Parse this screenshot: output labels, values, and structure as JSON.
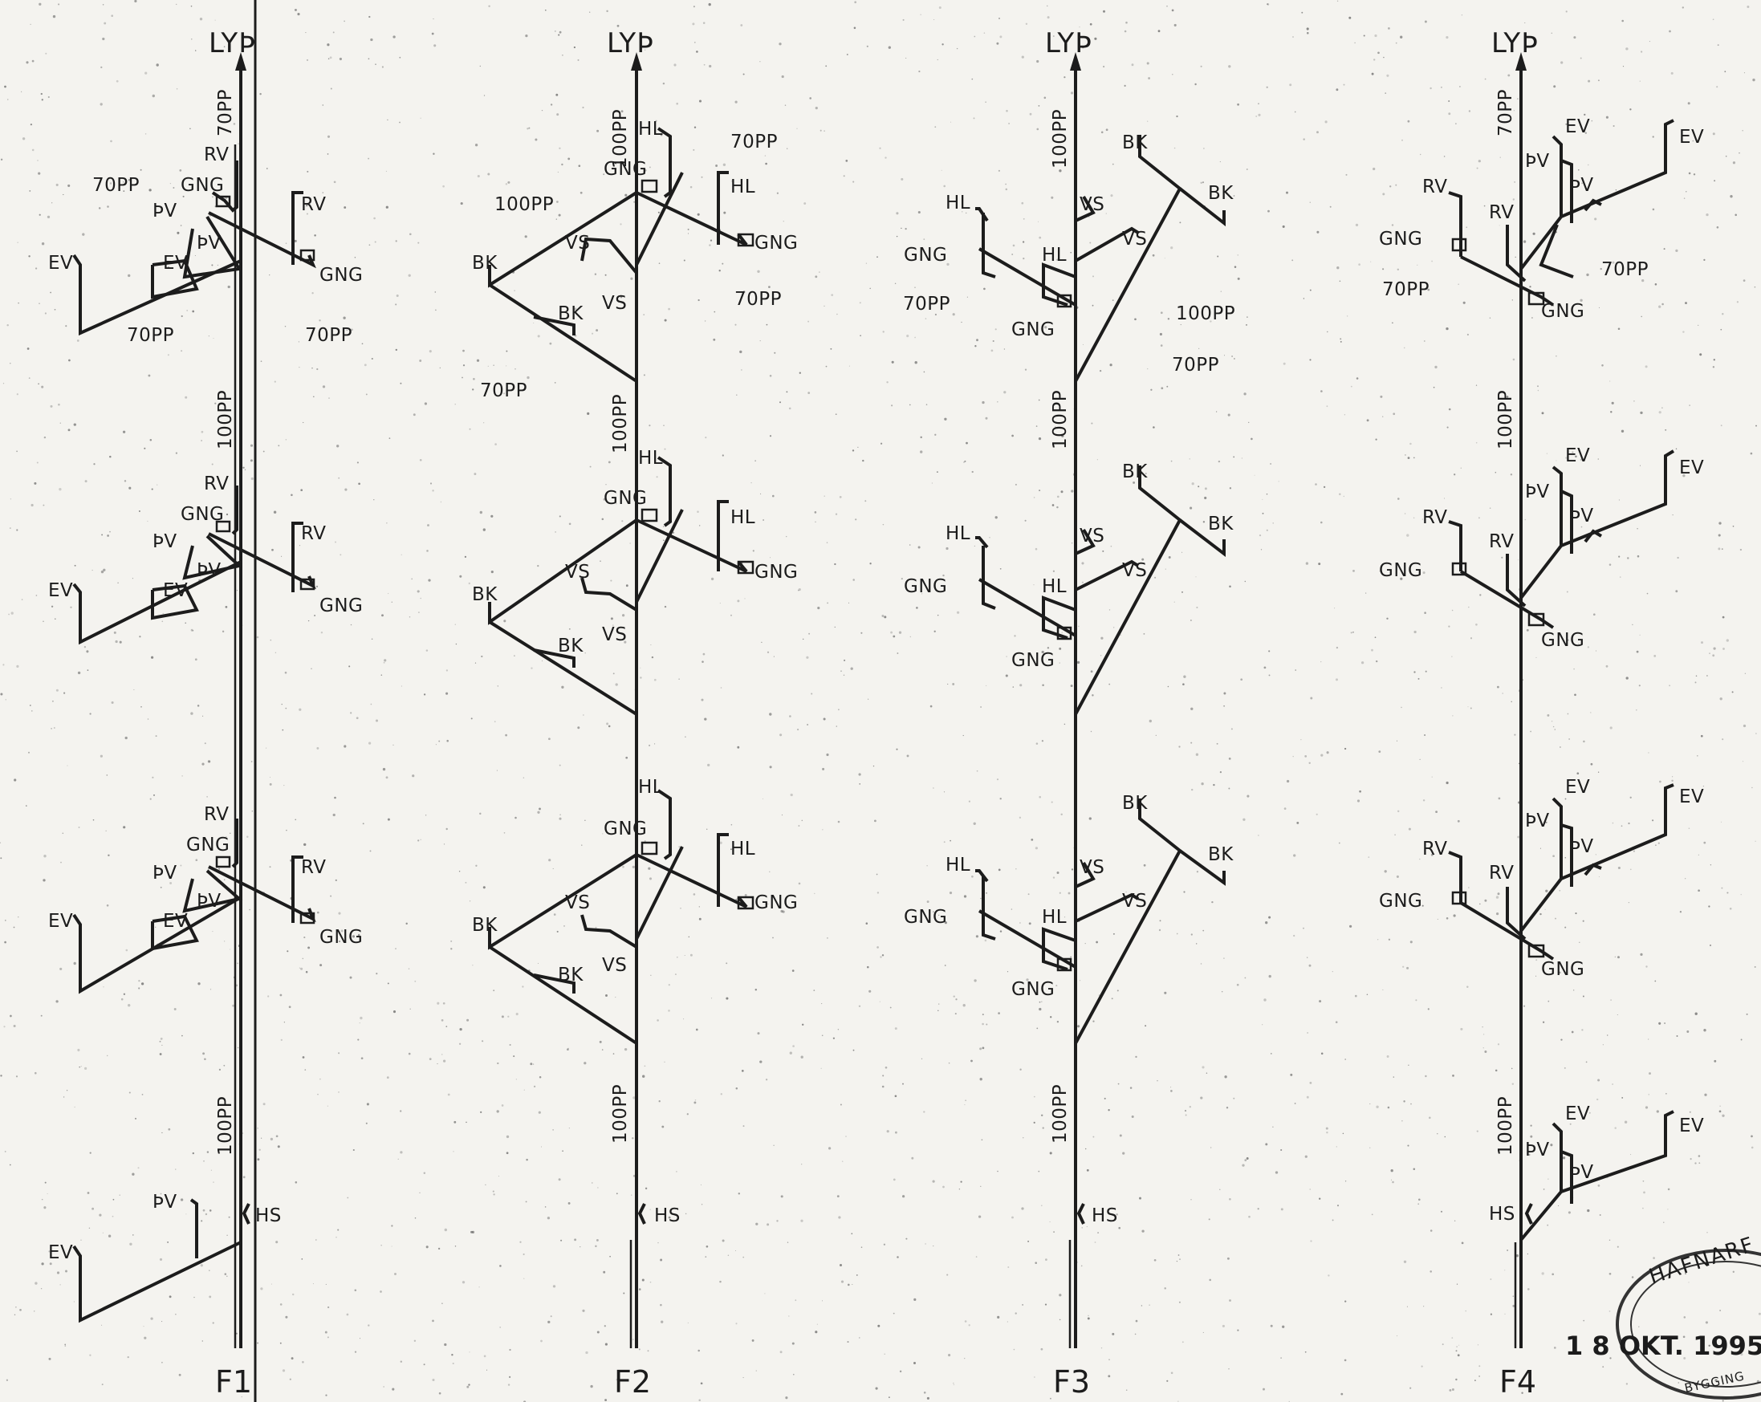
{
  "columns": [
    {
      "key": "f1",
      "panel": "F1",
      "top": "LYÞ"
    },
    {
      "key": "f2",
      "panel": "F2",
      "top": "LYÞ"
    },
    {
      "key": "f3",
      "panel": "F3",
      "top": "LYÞ"
    },
    {
      "key": "f4",
      "panel": "F4",
      "top": "LYÞ"
    }
  ],
  "labels": {
    "ev": "EV",
    "rv": "RV",
    "gng": "GNG",
    "pv": "ÞV",
    "hs": "HS",
    "hl": "HL",
    "bk": "BK",
    "vs": "VS",
    "p70": "70PP",
    "p100": "100PP"
  },
  "stamp": {
    "date": "1 8 OKT. 1995",
    "top_text": "HAFNARF",
    "bottom_text": "BYGGING"
  },
  "colors": {
    "paper": "#f4f3ef",
    "ink": "#1c1c1c",
    "speckle": "#5a5a5a"
  }
}
